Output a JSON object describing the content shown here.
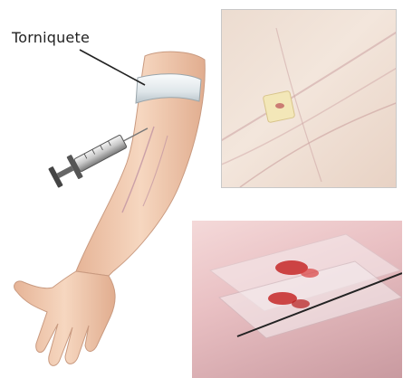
{
  "labels": {
    "tourniquet": "Torniquete"
  },
  "icons": {
    "arm": "arm-illustration",
    "tourniquet": "tourniquet-band",
    "syringe": "syringe-icon",
    "puncture": "puncture-site-icon",
    "slides": "blood-smear-slides-icon"
  },
  "colors": {
    "skin": "#f0c9ae",
    "skin_shadow": "#d9a88c",
    "band": "#e9eef2",
    "blood": "#c62828",
    "outline": "#222222"
  }
}
